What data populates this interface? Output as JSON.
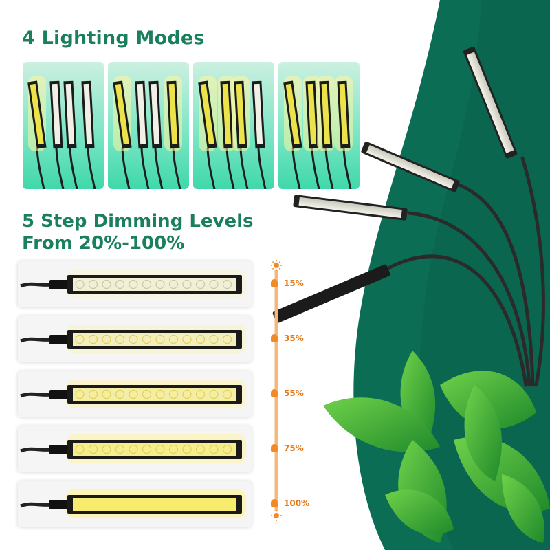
{
  "headings": {
    "modes_title": "4 Lighting Modes",
    "dimming_line1": "5 Step Dimming Levels",
    "dimming_line2": "From 20%-100%"
  },
  "colors": {
    "brand_green": "#1a7f5e",
    "panel_teal": "#3fd8aa",
    "orange_scale": "#f08a26",
    "dark_green_bg": "#0c6d55"
  },
  "lighting_modes": [
    {
      "lit": [
        true,
        false,
        false,
        false
      ]
    },
    {
      "lit": [
        true,
        false,
        false,
        true
      ]
    },
    {
      "lit": [
        true,
        true,
        true,
        false
      ]
    },
    {
      "lit": [
        true,
        true,
        true,
        true
      ]
    }
  ],
  "dimming_levels": [
    {
      "label": "15%",
      "brightness": 0.15
    },
    {
      "label": "35%",
      "brightness": 0.35
    },
    {
      "label": "55%",
      "brightness": 0.55
    },
    {
      "label": "75%",
      "brightness": 0.75
    },
    {
      "label": "100%",
      "brightness": 1.0
    }
  ],
  "icons": {
    "scale_top": "sun-icon",
    "scale_bottom": "sun-icon",
    "level_marker": "hand-pointer-icon"
  }
}
